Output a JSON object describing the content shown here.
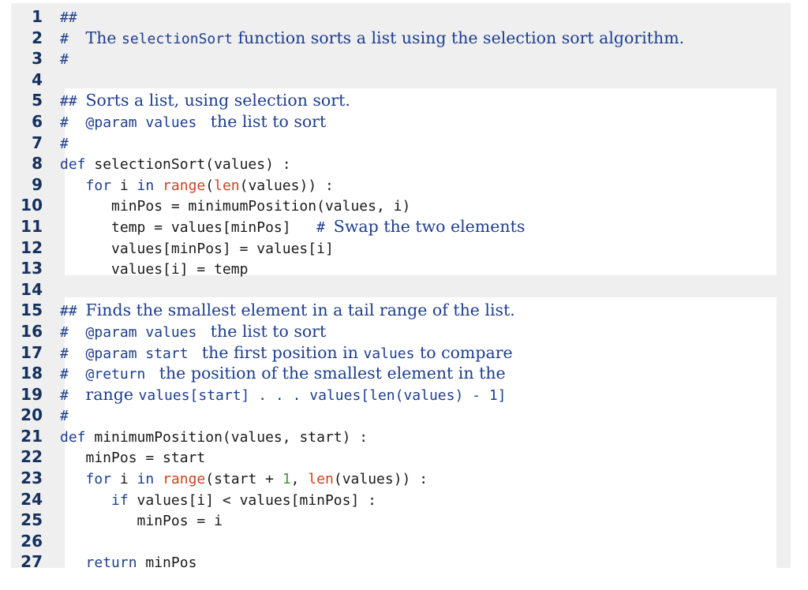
{
  "lines": [
    {
      "n": "1",
      "segs": [
        [
          "##",
          "cmt"
        ]
      ]
    },
    {
      "n": "2",
      "segs": [
        [
          "#  ",
          "cmt"
        ],
        [
          "The ",
          "prose"
        ],
        [
          "selectionSort",
          "code"
        ],
        [
          " function sorts a list using the selection sort algorithm.",
          "prose"
        ]
      ]
    },
    {
      "n": "3",
      "segs": [
        [
          "#",
          "cmt"
        ]
      ]
    },
    {
      "n": "4",
      "segs": []
    },
    {
      "n": "5",
      "segs": [
        [
          "## ",
          "cmt"
        ],
        [
          "Sorts a list, using selection sort.",
          "prose"
        ]
      ]
    },
    {
      "n": "6",
      "segs": [
        [
          "#  ",
          "cmt"
        ],
        [
          "@param values ",
          "code"
        ],
        [
          " the list to sort",
          "prose"
        ]
      ]
    },
    {
      "n": "7",
      "segs": [
        [
          "#",
          "cmt"
        ]
      ]
    },
    {
      "n": "8",
      "segs": [
        [
          "def",
          "kw"
        ],
        [
          " selectionSort(values) :",
          "p"
        ]
      ]
    },
    {
      "n": "9",
      "segs": [
        [
          "   ",
          "p"
        ],
        [
          "for",
          "kw"
        ],
        [
          " i ",
          "p"
        ],
        [
          "in",
          "kw"
        ],
        [
          " ",
          "p"
        ],
        [
          "range",
          "bi"
        ],
        [
          "(",
          "p"
        ],
        [
          "len",
          "bi"
        ],
        [
          "(values)) :",
          "p"
        ]
      ]
    },
    {
      "n": "10",
      "segs": [
        [
          "      minPos = minimumPosition(values, i)",
          "p"
        ]
      ]
    },
    {
      "n": "11",
      "segs": [
        [
          "      temp = values[minPos]   ",
          "p"
        ],
        [
          "# ",
          "cmt"
        ],
        [
          "Swap the two elements",
          "prose"
        ]
      ]
    },
    {
      "n": "12",
      "segs": [
        [
          "      values[minPos] = values[i]",
          "p"
        ]
      ]
    },
    {
      "n": "13",
      "segs": [
        [
          "      values[i] = temp",
          "p"
        ]
      ]
    },
    {
      "n": "14",
      "segs": []
    },
    {
      "n": "15",
      "segs": [
        [
          "## ",
          "cmt"
        ],
        [
          "Finds the smallest element in a tail range of the list.",
          "prose"
        ]
      ]
    },
    {
      "n": "16",
      "segs": [
        [
          "#  ",
          "cmt"
        ],
        [
          "@param values ",
          "code"
        ],
        [
          " the list to sort",
          "prose"
        ]
      ]
    },
    {
      "n": "17",
      "segs": [
        [
          "#  ",
          "cmt"
        ],
        [
          "@param start ",
          "code"
        ],
        [
          " the first position in ",
          "prose"
        ],
        [
          "values",
          "code"
        ],
        [
          " to compare",
          "prose"
        ]
      ]
    },
    {
      "n": "18",
      "segs": [
        [
          "#  ",
          "cmt"
        ],
        [
          "@return ",
          "code"
        ],
        [
          " the position of the smallest element in the",
          "prose"
        ]
      ]
    },
    {
      "n": "19",
      "segs": [
        [
          "#  ",
          "cmt"
        ],
        [
          "range ",
          "prose"
        ],
        [
          "values[start] . . . values[len(values) - 1]",
          "code"
        ]
      ]
    },
    {
      "n": "20",
      "segs": [
        [
          "#",
          "cmt"
        ]
      ]
    },
    {
      "n": "21",
      "segs": [
        [
          "def",
          "kw"
        ],
        [
          " minimumPosition(values, start) :",
          "p"
        ]
      ]
    },
    {
      "n": "22",
      "segs": [
        [
          "   minPos = start",
          "p"
        ]
      ]
    },
    {
      "n": "23",
      "segs": [
        [
          "   ",
          "p"
        ],
        [
          "for",
          "kw"
        ],
        [
          " i ",
          "p"
        ],
        [
          "in",
          "kw"
        ],
        [
          " ",
          "p"
        ],
        [
          "range",
          "bi"
        ],
        [
          "(start + ",
          "p"
        ],
        [
          "1",
          "num"
        ],
        [
          ", ",
          "p"
        ],
        [
          "len",
          "bi"
        ],
        [
          "(values)) :",
          "p"
        ]
      ]
    },
    {
      "n": "24",
      "segs": [
        [
          "      ",
          "p"
        ],
        [
          "if",
          "kw"
        ],
        [
          " values[i] < values[minPos] :",
          "p"
        ]
      ]
    },
    {
      "n": "25",
      "segs": [
        [
          "         minPos = i",
          "p"
        ]
      ]
    },
    {
      "n": "26",
      "segs": []
    },
    {
      "n": "27",
      "segs": [
        [
          "   ",
          "p"
        ],
        [
          "return",
          "kw"
        ],
        [
          " minPos",
          "p"
        ]
      ]
    }
  ]
}
